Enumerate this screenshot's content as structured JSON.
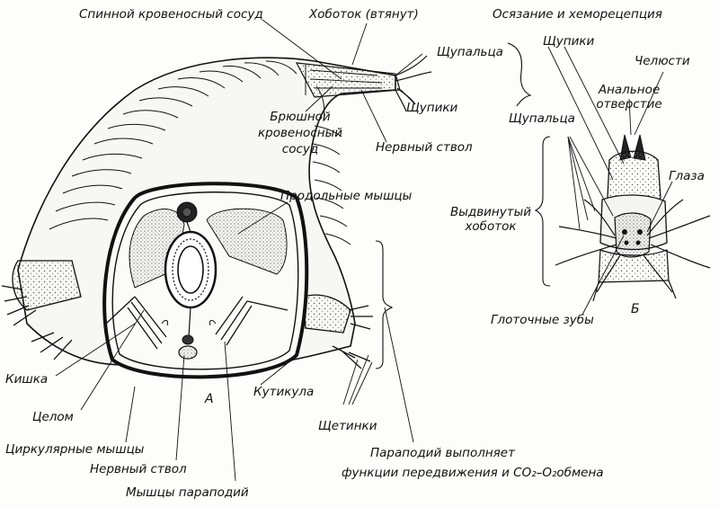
{
  "labels": {
    "dorsal_vessel": "Спинной кровеносный сосуд",
    "proboscis_retracted": "Хоботок (втянут)",
    "tentacles_top": "Щупальца",
    "palps_top": "Щупики",
    "ventral_vessel_l1": "Брюшной",
    "ventral_vessel_l2": "кровеносный",
    "ventral_vessel_l3": "сосуд",
    "nerve_cord_top": "Нервный ствол",
    "longitudinal_muscles": "Продольные мышцы",
    "intestine": "Кишка",
    "coelom": "Целом",
    "circular_muscles": "Циркулярные мышцы",
    "nerve_cord_bottom": "Нервный ствол",
    "parapodial_muscles": "Мышцы параподий",
    "cuticle": "Кутикула",
    "marker_a": "А",
    "chaetae": "Щетинки",
    "parapodium_l1": "Параподий выполняет",
    "parapodium_l2": "функции передвижения и CO₂–O₂обмена",
    "touch_chemoreception": "Осязание и хеморецепция",
    "palps_b": "Щупики",
    "tentacles_b": "Щупальца",
    "jaws": "Челюсти",
    "anal_l1": "Анальное",
    "anal_l2": "отверстие",
    "eyes": "Глаза",
    "everted_l1": "Выдвинутый",
    "everted_l2": "хоботок",
    "pharyngeal_teeth": "Глоточные зубы",
    "marker_b": "Б"
  },
  "colors": {
    "ink": "#111111",
    "paper": "#fdfdfb",
    "stipple": "#cfcfc8"
  }
}
